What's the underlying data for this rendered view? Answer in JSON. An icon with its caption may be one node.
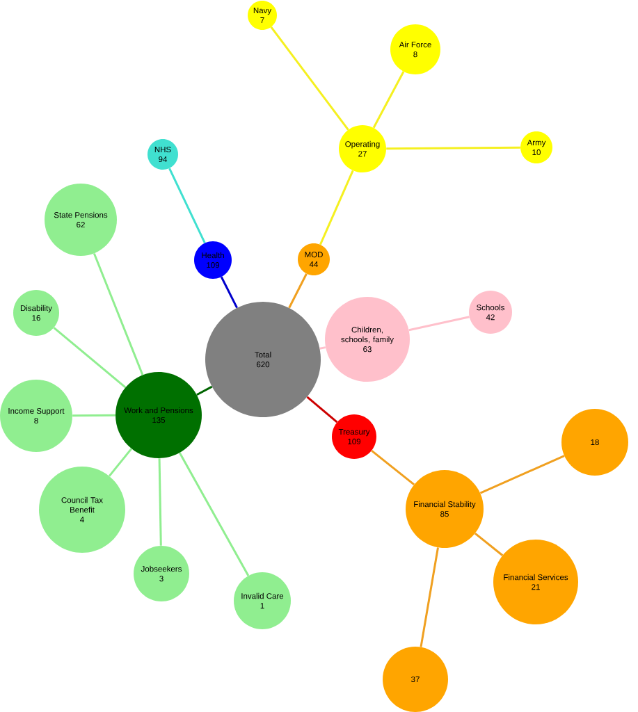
{
  "diagram": {
    "nodes": [
      {
        "text": [
          "Total",
          "620"
        ]
      },
      {
        "text": [
          "Health",
          "109"
        ]
      },
      {
        "text": [
          "NHS",
          "94"
        ]
      },
      {
        "text": [
          "MOD",
          "44"
        ]
      },
      {
        "text": [
          "Operating",
          "27"
        ]
      },
      {
        "text": [
          "Navy",
          "7"
        ]
      },
      {
        "text": [
          "Air Force",
          "8"
        ]
      },
      {
        "text": [
          "Army",
          "10"
        ]
      },
      {
        "text": [
          "Children, schools, family",
          "63"
        ]
      },
      {
        "text": [
          "Schools",
          "42"
        ]
      },
      {
        "text": [
          "Treasury",
          "109"
        ]
      },
      {
        "text": [
          "Financial Stability",
          "85"
        ]
      },
      {
        "text": [
          "18"
        ]
      },
      {
        "text": [
          "Financial Services",
          "21"
        ]
      },
      {
        "text": [
          "37"
        ]
      },
      {
        "text": [
          "Work and Pensions",
          "135"
        ]
      },
      {
        "text": [
          "State Pensions",
          "62"
        ]
      },
      {
        "text": [
          "Disability",
          "16"
        ]
      },
      {
        "text": [
          "Income Support",
          "8"
        ]
      },
      {
        "text": [
          "Council Tax Benefit",
          "4"
        ]
      },
      {
        "text": [
          "Jobseekers",
          "3"
        ]
      },
      {
        "text": [
          "Invalid Care",
          "1"
        ]
      }
    ],
    "edges": [
      {
        "from": 0,
        "to": 1,
        "arrow": "none",
        "color": "#0000cc"
      },
      {
        "from": 1,
        "to": 2,
        "arrow": "none",
        "color": "#40e0d0"
      },
      {
        "from": 0,
        "to": 3,
        "arrow": "none",
        "color": "#f0a020"
      },
      {
        "from": 3,
        "to": 4,
        "arrow": "none",
        "color": "#f5f020"
      },
      {
        "from": 4,
        "to": 5,
        "arrow": "none",
        "color": "#f5f020"
      },
      {
        "from": 4,
        "to": 6,
        "arrow": "none",
        "color": "#f5f020"
      },
      {
        "from": 4,
        "to": 7,
        "arrow": "none",
        "color": "#f5f020"
      },
      {
        "from": 0,
        "to": 8,
        "arrow": "none",
        "color": "#ffc0cb"
      },
      {
        "from": 8,
        "to": 9,
        "arrow": "none",
        "color": "#ffc0cb"
      },
      {
        "from": 0,
        "to": 10,
        "arrow": "none",
        "color": "#cc0000"
      },
      {
        "from": 10,
        "to": 11,
        "arrow": "none",
        "color": "#f0a020"
      },
      {
        "from": 11,
        "to": 12,
        "arrow": "none",
        "color": "#f0a020"
      },
      {
        "from": 11,
        "to": 13,
        "arrow": "none",
        "color": "#f0a020"
      },
      {
        "from": 11,
        "to": 14,
        "arrow": "none",
        "color": "#f0a020"
      },
      {
        "from": 0,
        "to": 15,
        "arrow": "none",
        "color": "#006400"
      },
      {
        "from": 15,
        "to": 16,
        "arrow": "none"
      },
      {
        "from": 15,
        "to": 17,
        "arrow": "none"
      },
      {
        "from": 15,
        "to": 18,
        "arrow": "none"
      },
      {
        "from": 15,
        "to": 19,
        "arrow": "none"
      },
      {
        "from": 15,
        "to": 20,
        "arrow": "none"
      },
      {
        "from": 15,
        "to": 21,
        "arrow": "none"
      }
    ]
  }
}
